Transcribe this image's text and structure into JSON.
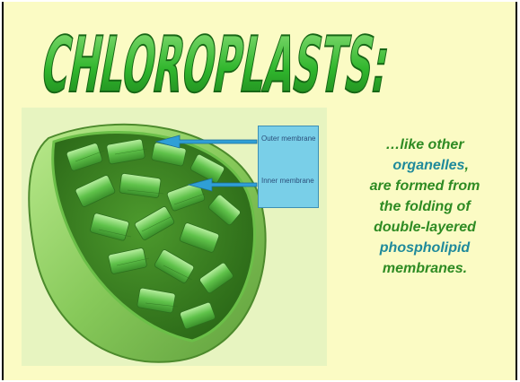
{
  "slide": {
    "title": "CHLOROPLASTS:",
    "labels": {
      "outer": "Outer membrane",
      "inner": "Inner membrane"
    },
    "caption": {
      "line1": "…like other",
      "line2_highlight": "organelles",
      "line2_tail": ",",
      "line3": "are formed from",
      "line4": "the folding of",
      "line5": "double-layered",
      "line6_highlight": "phospholipid",
      "line7": "membranes."
    },
    "colors": {
      "background": "#fbfbc4",
      "title_green": "#2db82a",
      "caption_green": "#2e8b23",
      "highlight_teal": "#1f8a9b",
      "label_box": "#79cfe8",
      "arrow": "#2f9fd6"
    }
  }
}
